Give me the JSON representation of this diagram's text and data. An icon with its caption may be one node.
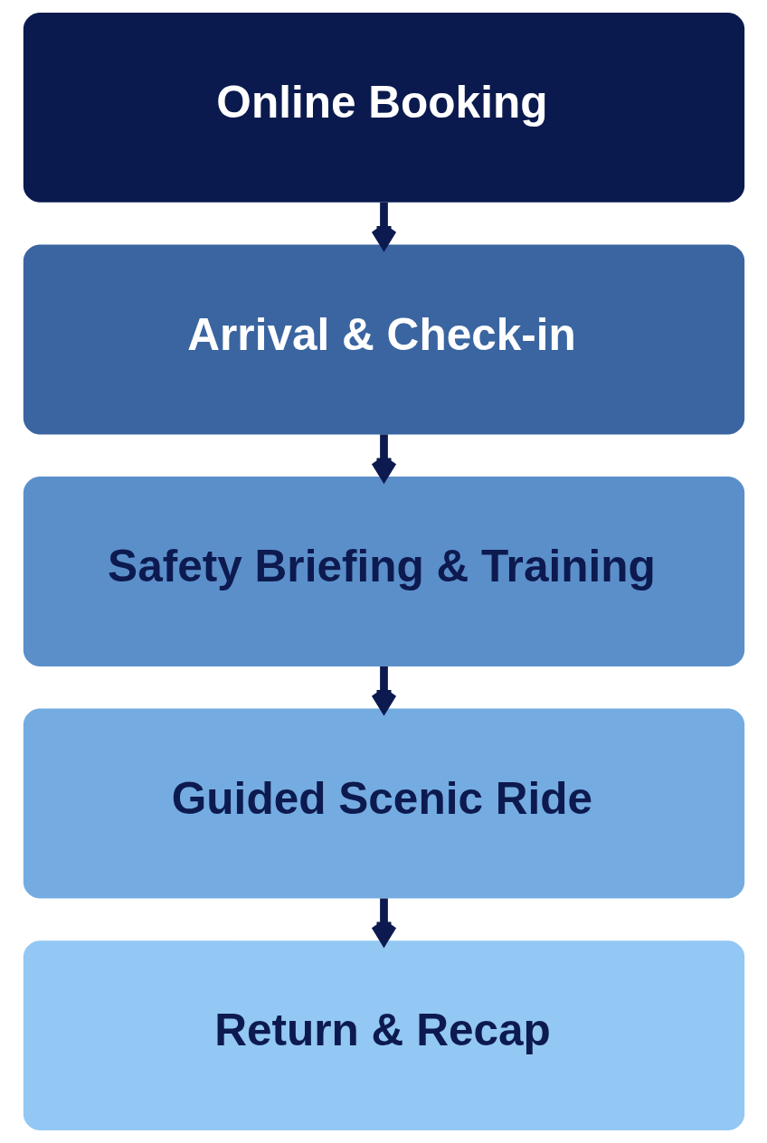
{
  "diagram": {
    "nodes": [
      {
        "text": [
          "Online Booking"
        ]
      },
      {
        "text": [
          "Arrival & Check-in"
        ]
      },
      {
        "text": [
          "Safety Briefing & Training"
        ]
      },
      {
        "text": [
          "Guided Scenic Ride"
        ]
      },
      {
        "text": [
          "Return & Recap"
        ]
      }
    ],
    "edges": [
      {
        "from": 0,
        "to": 1,
        "arrow": "to"
      },
      {
        "from": 1,
        "to": 2,
        "arrow": "to"
      },
      {
        "from": 2,
        "to": 3,
        "arrow": "to"
      },
      {
        "from": 3,
        "to": 4,
        "arrow": "to"
      }
    ]
  }
}
